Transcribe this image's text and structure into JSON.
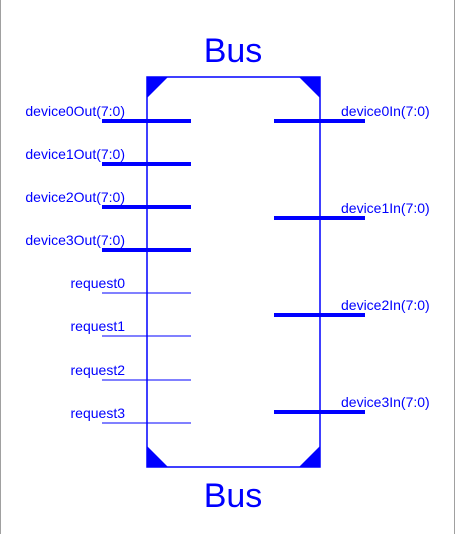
{
  "colors": {
    "stroke": "#0000ff",
    "text": "#0000ff",
    "background": "#ffffff",
    "frame": "#a0a0a0"
  },
  "component": {
    "title_top": "Bus",
    "title_bottom": "Bus",
    "left_pins": [
      {
        "label": "device0Out(7:0)",
        "bus": true
      },
      {
        "label": "device1Out(7:0)",
        "bus": true
      },
      {
        "label": "device2Out(7:0)",
        "bus": true
      },
      {
        "label": "device3Out(7:0)",
        "bus": true
      },
      {
        "label": "request0",
        "bus": false
      },
      {
        "label": "request1",
        "bus": false
      },
      {
        "label": "request2",
        "bus": false
      },
      {
        "label": "request3",
        "bus": false
      }
    ],
    "right_pins": [
      {
        "label": "device0In(7:0)",
        "bus": true
      },
      {
        "label": "device1In(7:0)",
        "bus": true
      },
      {
        "label": "device2In(7:0)",
        "bus": true
      },
      {
        "label": "device3In(7:0)",
        "bus": true
      }
    ]
  }
}
